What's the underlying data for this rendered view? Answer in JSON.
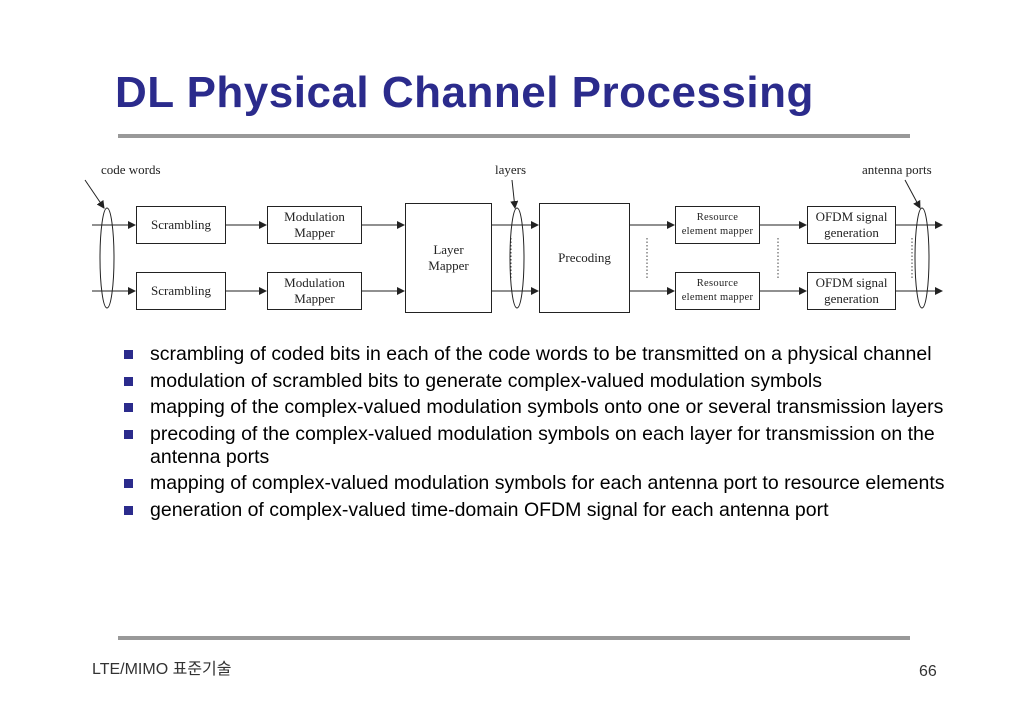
{
  "slide": {
    "title": "DL Physical Channel Processing",
    "footer_left": "LTE/MIMO 표준기술",
    "page_number": "66"
  },
  "diagram": {
    "labels": {
      "code_words": "code words",
      "layers": "layers",
      "antenna_ports": "antenna ports"
    },
    "blocks": {
      "scrambling_1": "Scrambling",
      "scrambling_2": "Scrambling",
      "modulation_mapper_1": "Modulation\nMapper",
      "modulation_mapper_2": "Modulation\nMapper",
      "layer_mapper": "Layer\nMapper",
      "precoding": "Precoding",
      "resource_mapper_1": "Resource\nelement mapper",
      "resource_mapper_2": "Resource\nelement mapper",
      "ofdm_gen_1": "OFDM signal\ngeneration",
      "ofdm_gen_2": "OFDM signal\ngeneration"
    }
  },
  "bullets": [
    "scrambling of coded bits in each of the code words to be transmitted on a physical channel",
    "modulation of scrambled bits to generate complex-valued modulation symbols",
    "mapping of the complex-valued modulation symbols onto one or several transmission layers",
    "precoding of the complex-valued modulation symbols on each layer for transmission on the antenna ports",
    "mapping of complex-valued modulation symbols for each antenna port to resource elements",
    "generation of complex-valued time-domain OFDM signal for each antenna port"
  ]
}
